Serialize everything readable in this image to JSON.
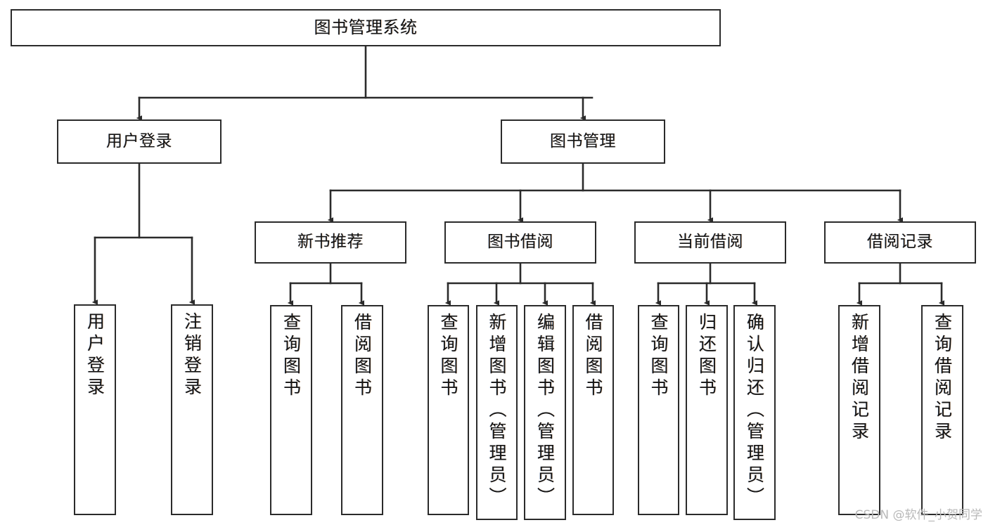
{
  "diagram": {
    "type": "tree",
    "title": "图书管理系统",
    "watermark": "CSDN @软件_小贺同学",
    "colors": {
      "background": "#ffffff",
      "border": "#2b2b2b",
      "text": "#141414",
      "edge": "#2b2b2b",
      "watermark": "#b9b9b9"
    },
    "nodes": {
      "root": {
        "label": "图书管理系统",
        "level": 1,
        "orientation": "horizontal"
      },
      "n_user_login": {
        "label": "用户登录",
        "level": 2,
        "orientation": "horizontal"
      },
      "n_book_mgmt": {
        "label": "图书管理",
        "level": 2,
        "orientation": "horizontal"
      },
      "n_new_book_rec": {
        "label": "新书推荐",
        "level": 3,
        "orientation": "horizontal"
      },
      "n_book_borrow": {
        "label": "图书借阅",
        "level": 3,
        "orientation": "horizontal"
      },
      "n_current_borrow": {
        "label": "当前借阅",
        "level": 3,
        "orientation": "horizontal"
      },
      "n_borrow_record": {
        "label": "借阅记录",
        "level": 3,
        "orientation": "horizontal"
      },
      "leaf_user_login": {
        "label": "用户登录",
        "level": 4,
        "orientation": "vertical"
      },
      "leaf_logout": {
        "label": "注销登录",
        "level": 4,
        "orientation": "vertical"
      },
      "leaf_query_book_1": {
        "label": "查询图书",
        "level": 4,
        "orientation": "vertical"
      },
      "leaf_borrow_book_1": {
        "label": "借阅图书",
        "level": 4,
        "orientation": "vertical"
      },
      "leaf_query_book_2": {
        "label": "查询图书",
        "level": 4,
        "orientation": "vertical"
      },
      "leaf_add_book": {
        "label": "新增图书（管理员）",
        "level": 4,
        "orientation": "vertical"
      },
      "leaf_edit_book": {
        "label": "编辑图书（管理员）",
        "level": 4,
        "orientation": "vertical"
      },
      "leaf_borrow_book_2": {
        "label": "借阅图书",
        "level": 4,
        "orientation": "vertical"
      },
      "leaf_query_book_3": {
        "label": "查询图书",
        "level": 4,
        "orientation": "vertical"
      },
      "leaf_return_book": {
        "label": "归还图书",
        "level": 4,
        "orientation": "vertical"
      },
      "leaf_confirm_return": {
        "label": "确认归还（管理员）",
        "level": 4,
        "orientation": "vertical"
      },
      "leaf_add_record": {
        "label": "新增借阅记录",
        "level": 4,
        "orientation": "vertical"
      },
      "leaf_query_record": {
        "label": "查询借阅记录",
        "level": 4,
        "orientation": "vertical"
      }
    },
    "edges": [
      {
        "from": "root",
        "to": "n_user_login"
      },
      {
        "from": "root",
        "to": "n_book_mgmt"
      },
      {
        "from": "n_user_login",
        "to": "leaf_user_login"
      },
      {
        "from": "n_user_login",
        "to": "leaf_logout"
      },
      {
        "from": "n_book_mgmt",
        "to": "n_new_book_rec"
      },
      {
        "from": "n_book_mgmt",
        "to": "n_book_borrow"
      },
      {
        "from": "n_book_mgmt",
        "to": "n_current_borrow"
      },
      {
        "from": "n_book_mgmt",
        "to": "n_borrow_record"
      },
      {
        "from": "n_new_book_rec",
        "to": "leaf_query_book_1"
      },
      {
        "from": "n_new_book_rec",
        "to": "leaf_borrow_book_1"
      },
      {
        "from": "n_book_borrow",
        "to": "leaf_query_book_2"
      },
      {
        "from": "n_book_borrow",
        "to": "leaf_add_book"
      },
      {
        "from": "n_book_borrow",
        "to": "leaf_edit_book"
      },
      {
        "from": "n_book_borrow",
        "to": "leaf_borrow_book_2"
      },
      {
        "from": "n_current_borrow",
        "to": "leaf_query_book_3"
      },
      {
        "from": "n_current_borrow",
        "to": "leaf_return_book"
      },
      {
        "from": "n_current_borrow",
        "to": "leaf_confirm_return"
      },
      {
        "from": "n_borrow_record",
        "to": "leaf_add_record"
      },
      {
        "from": "n_borrow_record",
        "to": "leaf_query_record"
      }
    ]
  }
}
